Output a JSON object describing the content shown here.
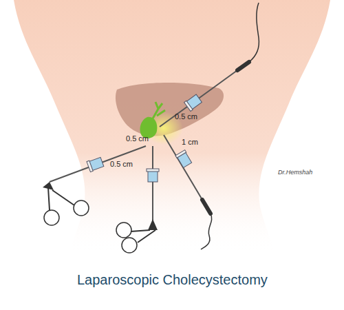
{
  "diagram": {
    "title": "Laparoscopic Cholecystectomy",
    "labels": [
      "0.5 cm",
      "0.5 cm",
      "0.5 cm",
      "1 cm",
      "Dr.Hemshah"
    ]
  }
}
